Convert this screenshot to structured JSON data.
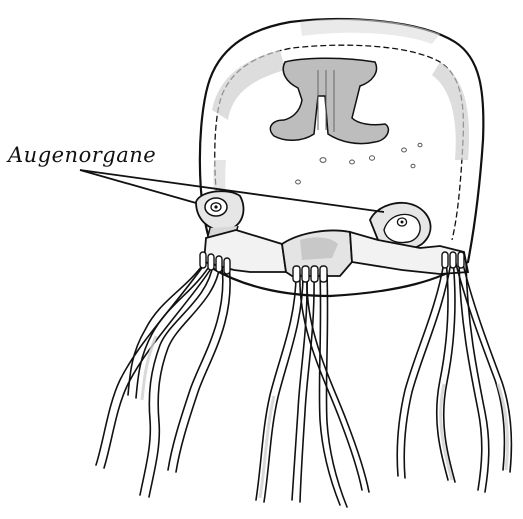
{
  "label": {
    "text": "Augenorgane"
  },
  "colors": {
    "ink": "#111111",
    "shading": "#c9c9c9",
    "background": "#ffffff"
  },
  "subject": {
    "icon": "box-jellyfish-drawing",
    "parts": [
      "bell",
      "manubrium",
      "eye-organs",
      "pedalia",
      "tentacles"
    ]
  }
}
